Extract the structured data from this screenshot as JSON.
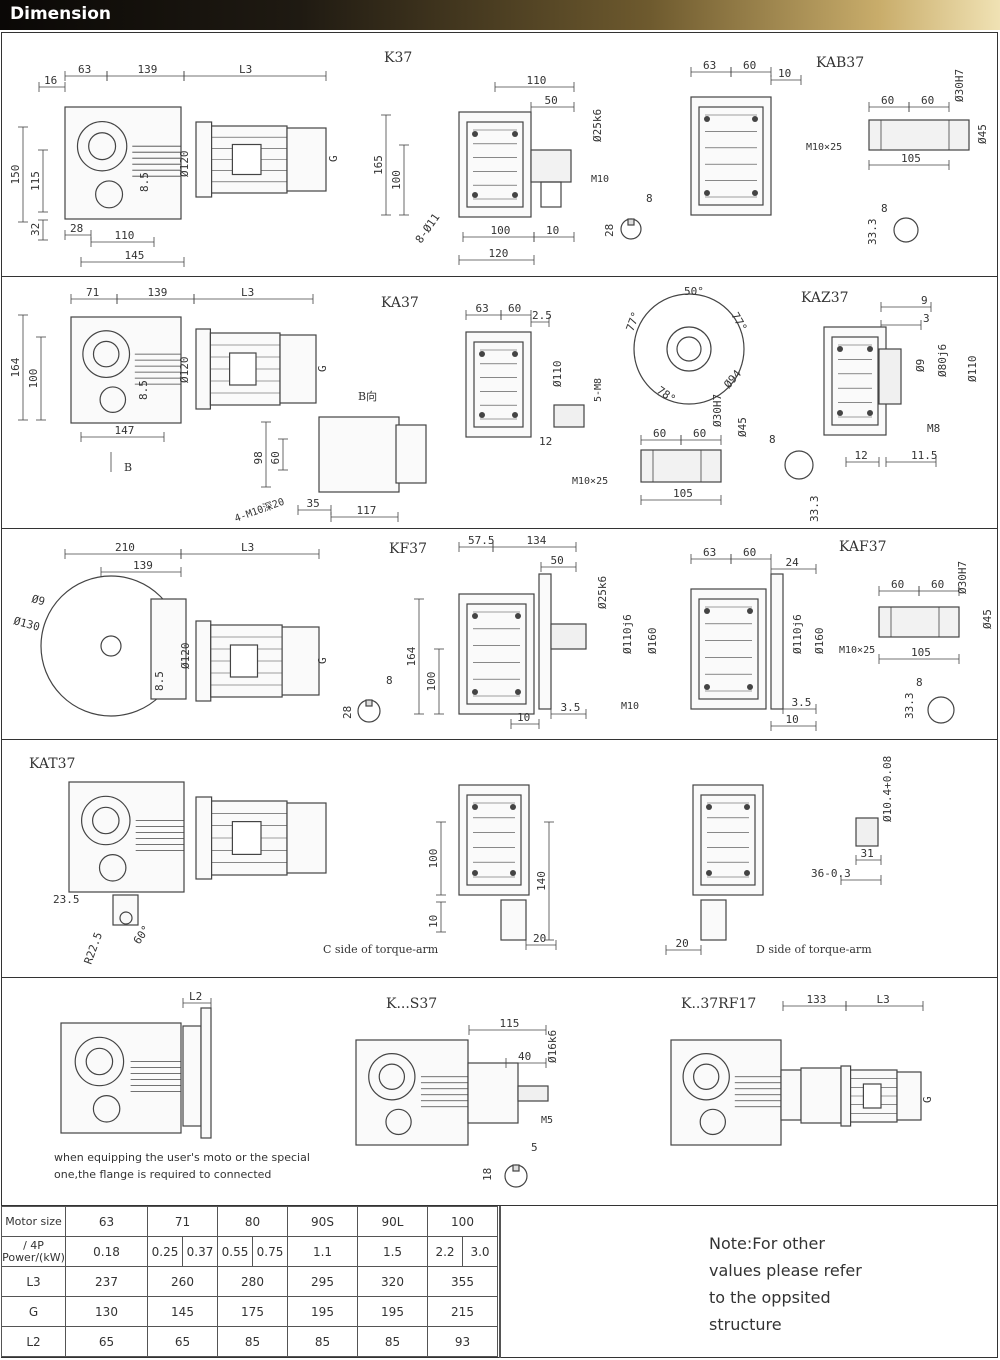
{
  "header": {
    "title": "Dimension"
  },
  "labels": {
    "k37": "K37",
    "kab37": "KAB37",
    "ka37": "KA37",
    "kaz37": "KAZ37",
    "kf37": "KF37",
    "kaf37": "KAF37",
    "kat37": "KAT37",
    "ks37": "K...S37",
    "k37rf17": "K..37RF17",
    "b_dir": "B向",
    "b": "B",
    "c_side": "C side of torque-arm",
    "d_side": "D side of torque-arm"
  },
  "notes": {
    "flange_line1": "when equipping the user's moto or the special",
    "flange_line2": "one,the flange is required to connected",
    "other_values": [
      "Note:For other",
      "values please refer",
      "to the oppsited",
      "structure"
    ]
  },
  "dims": {
    "k37": [
      "16",
      "63",
      "139",
      "L3",
      "150",
      "115",
      "32",
      "28",
      "110",
      "145",
      "Ø120",
      "8.5",
      "G"
    ],
    "k37_side": [
      "110",
      "50",
      "Ø25k6",
      "165",
      "100",
      "M10",
      "8-Ø11",
      "100",
      "10",
      "120",
      "8",
      "28"
    ],
    "kab37": [
      "63",
      "60",
      "10",
      "60",
      "60",
      "Ø30H7",
      "Ø45",
      "M10×25",
      "105",
      "8",
      "33.3"
    ],
    "ka37": [
      "71",
      "139",
      "L3",
      "164",
      "100",
      "Ø120",
      "8.5",
      "147",
      "G",
      "98",
      "60",
      "35",
      "117",
      "4-M10深20"
    ],
    "ka37_side": [
      "63",
      "60",
      "2.5",
      "Ø110",
      "5-M8",
      "12"
    ],
    "kaz37_flange": [
      "50°",
      "77°",
      "77°",
      "78°",
      "Ø94"
    ],
    "kaz37": [
      "9",
      "3",
      "Ø9",
      "Ø80j6",
      "Ø110",
      "M8",
      "12",
      "11.5",
      "60",
      "60",
      "Ø30H7",
      "Ø45",
      "M10×25",
      "105",
      "8",
      "33.3"
    ],
    "kf37": [
      "210",
      "139",
      "L3",
      "Ø9",
      "Ø130",
      "Ø120",
      "8.5",
      "G",
      "8",
      "28"
    ],
    "kf37_side": [
      "57.5",
      "134",
      "50",
      "Ø25k6",
      "164",
      "100",
      "Ø110j6",
      "Ø160",
      "M10",
      "10",
      "3.5"
    ],
    "kaf37": [
      "63",
      "60",
      "24",
      "Ø110j6",
      "Ø160",
      "3.5",
      "10",
      "60",
      "60",
      "Ø30H7",
      "Ø45",
      "M10×25",
      "105",
      "8",
      "33.3"
    ],
    "kat37": [
      "23.5",
      "R22.5",
      "60°",
      "100",
      "140",
      "10",
      "20",
      "20",
      "Ø10.4+0.08",
      "31",
      "36-0.3"
    ],
    "flange": [
      "L2"
    ],
    "ks37": [
      "115",
      "40",
      "Ø16k6",
      "M5",
      "5",
      "18"
    ],
    "k37rf17": [
      "133",
      "L3",
      "G"
    ]
  },
  "specs": {
    "rows": [
      {
        "header": "Motor size",
        "cells": [
          "63",
          "71",
          "80",
          "90S",
          "90L",
          "100"
        ]
      },
      {
        "header": "/ 4P Power/(kW)",
        "cells": [
          "0.18",
          "0.25",
          "0.37",
          "0.55",
          "0.75",
          "1.1",
          "1.5",
          "2.2",
          "3.0"
        ]
      },
      {
        "header": "L3",
        "cells": [
          "237",
          "260",
          "280",
          "295",
          "320",
          "355"
        ]
      },
      {
        "header": "G",
        "cells": [
          "130",
          "145",
          "175",
          "195",
          "195",
          "215"
        ]
      },
      {
        "header": "L2",
        "cells": [
          "65",
          "65",
          "85",
          "85",
          "85",
          "93"
        ]
      }
    ]
  }
}
